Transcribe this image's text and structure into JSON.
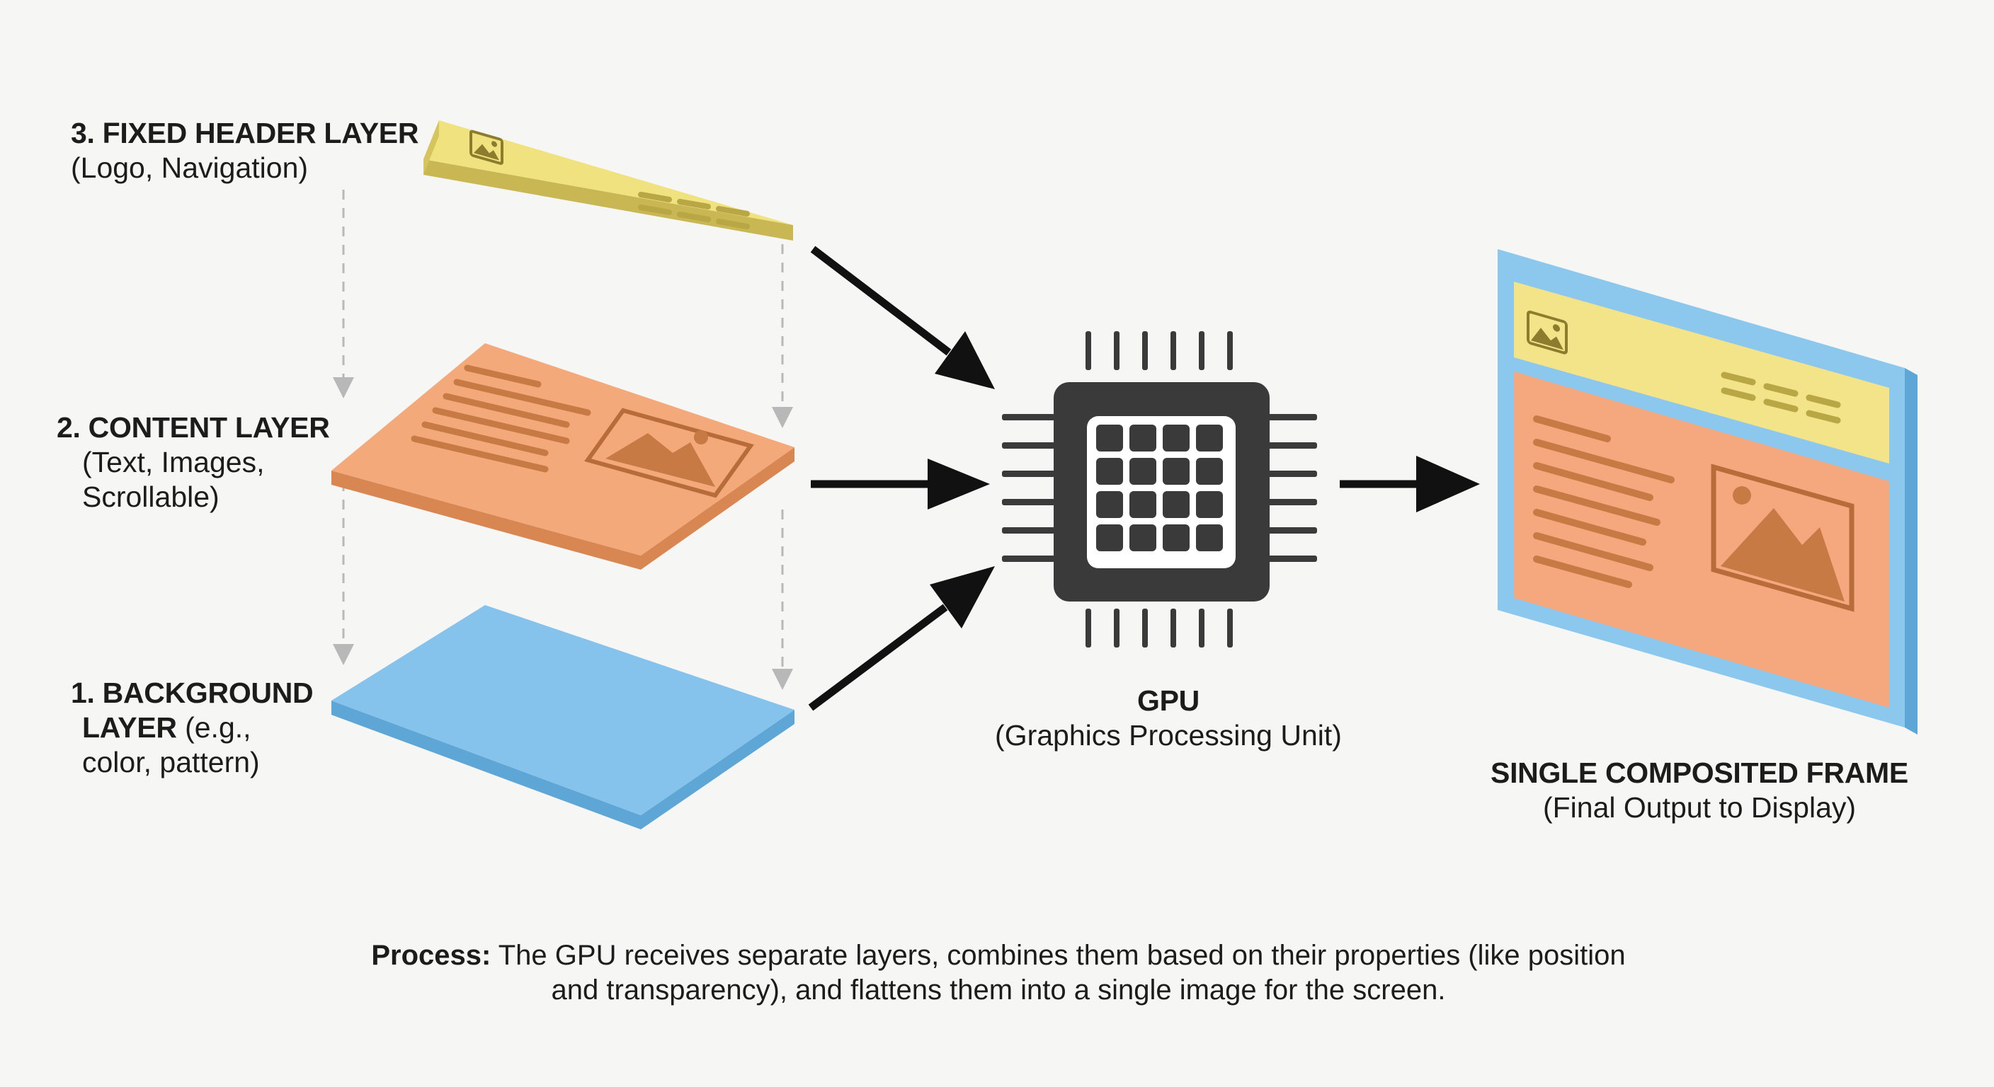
{
  "layers": [
    {
      "id": "header",
      "title": "3. FIXED HEADER LAYER",
      "subtitle_lines": [
        "(Logo, Navigation)"
      ],
      "color": "#f0e27f",
      "icons": [
        "image-icon",
        "menu-icon"
      ]
    },
    {
      "id": "content",
      "title": "2. CONTENT LAYER",
      "subtitle_lines": [
        "(Text, Images,",
        "Scrollable)"
      ],
      "color": "#f4a97b",
      "icons": [
        "text-lines-icon",
        "image-icon"
      ]
    },
    {
      "id": "background",
      "title_lines": [
        "1. BACKGROUND",
        "LAYER"
      ],
      "title_suffix": " (e.g.,",
      "subtitle_lines": [
        "color, pattern)"
      ],
      "color": "#86c3ec"
    }
  ],
  "gpu": {
    "title": "GPU",
    "subtitle": "(Graphics Processing Unit)",
    "color": "#3a3a3a",
    "icon": "chip-icon"
  },
  "output": {
    "title": "SINGLE COMPOSITED FRAME",
    "subtitle": "(Final Output to Display)",
    "frame_color": "#8cc8ee",
    "header_color": "#f3e48a",
    "content_color": "#f5a87e"
  },
  "process": {
    "label": "Process:",
    "line1": " The GPU receives separate layers, combines them based on their properties (like position",
    "line2": "and transparency), and flattens them into a single image for the screen."
  },
  "colors": {
    "background": "#f6f6f4",
    "arrow": "#111111",
    "dashed": "#b8b8b8",
    "icon_dark": "#c87a45"
  }
}
